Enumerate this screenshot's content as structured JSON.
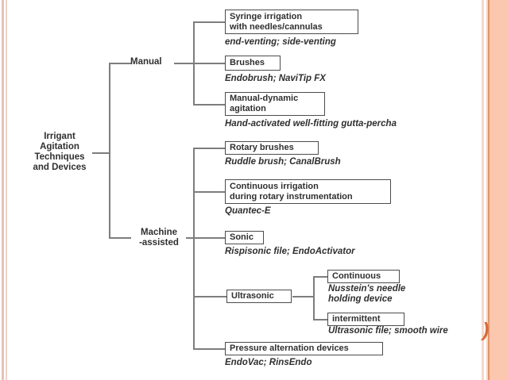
{
  "root": {
    "label": "Irrigant\nAgitation\nTechniques\nand Devices"
  },
  "manual": {
    "label": "Manual"
  },
  "machine": {
    "label": "Machine\n-assisted"
  },
  "nodes": [
    {
      "label": "Syringe irrigation\nwith needles/cannulas",
      "devices": "end-venting; side-venting"
    },
    {
      "label": "Brushes",
      "devices": "Endobrush; NaviTip FX"
    },
    {
      "label": "Manual-dynamic\nagitation",
      "devices": "Hand-activated well-fitting gutta-percha"
    },
    {
      "label": "Rotary brushes",
      "devices": "Ruddle brush; CanalBrush"
    },
    {
      "label": "Continuous irrigation\nduring rotary instrumentation",
      "devices": "Quantec-E"
    },
    {
      "label": "Sonic",
      "devices": "Rispisonic file; EndoActivator"
    },
    {
      "label": "Ultrasonic"
    },
    {
      "label": "Continuous",
      "devices": "Nusstein's needle\nholding device"
    },
    {
      "label": "intermittent",
      "devices": "Ultrasonic file; smooth wire"
    },
    {
      "label": "Pressure alternation devices",
      "devices": "EndoVac; RinsEndo"
    }
  ],
  "artifact": ")",
  "colors": {
    "line": "#7d7d7d",
    "box_border": "#4c4c4c",
    "text": "#2f2f2f",
    "stripe_pink": "#e7c2b5",
    "stripe_pink_light": "#eed3ca",
    "stripe_peach_band": "#fbc7ae",
    "stripe_orange": "#e29469",
    "artifact_orange": "#d86a3a"
  }
}
